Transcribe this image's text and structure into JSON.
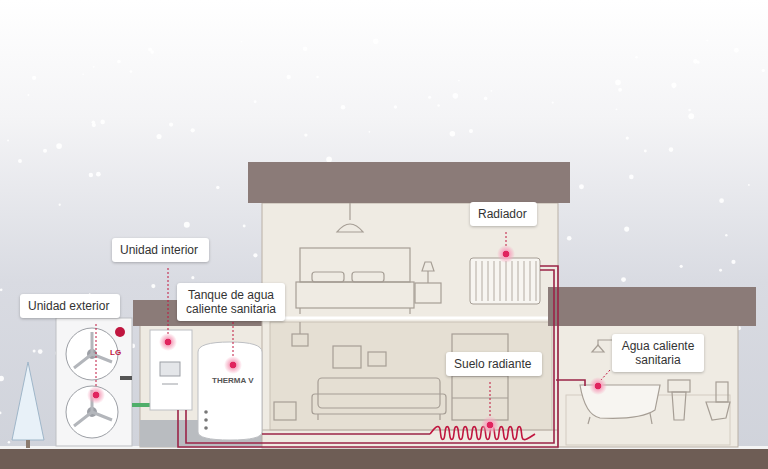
{
  "diagram": {
    "nodes": [
      {
        "text": [
          "Unidad exterior"
        ]
      },
      {
        "text": [
          "Unidad interior"
        ]
      },
      {
        "text": [
          "Tanque de agua caliente sanitaria"
        ]
      },
      {
        "text": [
          "Radiador"
        ]
      },
      {
        "text": [
          "Suelo radiante"
        ]
      },
      {
        "text": [
          "Agua caliente sanitaria"
        ]
      }
    ],
    "labels": [
      "LG",
      "THERMA V"
    ]
  }
}
